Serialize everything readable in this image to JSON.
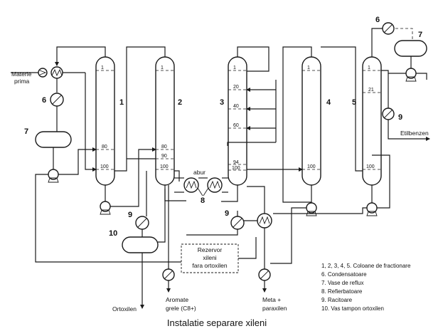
{
  "caption": "Instalatie separare xileni",
  "column_numbers": [
    "1",
    "2",
    "3",
    "4",
    "5"
  ],
  "plate_labels": {
    "c1": [
      "1",
      "80",
      "100"
    ],
    "c2": [
      "1",
      "80",
      "90",
      "100"
    ],
    "c3": [
      "1",
      "20",
      "40",
      "60",
      "94",
      "100"
    ],
    "c4": [
      "1",
      "100"
    ],
    "c5": [
      "1",
      "21",
      "100"
    ]
  },
  "equipment_numbers": {
    "condensers": "6",
    "reflux_vessels": "7",
    "reboilers": "8",
    "coolers": "9",
    "buffer_vessel": "10"
  },
  "streams": {
    "feed": [
      "Materie",
      "prima"
    ],
    "steam": "abur",
    "ortho": "Ortoxilen",
    "aromatics": [
      "Aromate",
      "grele (C8+)"
    ],
    "meta_para": [
      "Meta +",
      "paraxilen"
    ],
    "ethylbenzene": "Etilbenzen"
  },
  "tank": [
    "Rezervor",
    "xileni",
    "fara ortoxilen"
  ],
  "legend": [
    "1, 2, 3, 4, 5. Coloane de fractionare",
    "6. Condensatoare",
    "7. Vase de reflux",
    "8. Refierbatoare",
    "9. Racitoare",
    "10. Vas tampon ortoxilen"
  ]
}
